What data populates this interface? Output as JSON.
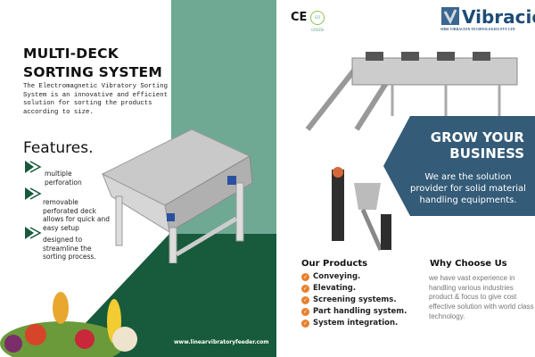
{
  "left": {
    "title": "MULTI-DECK SORTING SYSTEM",
    "intro": "The Electromagnetic Vibratory Sorting System is an innovative and efficient solution for sorting the products according to size.",
    "features_heading": "Features.",
    "features": [
      "multiple perforation",
      "removable perforated deck allows for quick and easy setup",
      "designed to streamline the sorting process."
    ],
    "website": "www.linearvibratoryfeeder.com"
  },
  "header": {
    "ce_mark": "CE",
    "badge": "GO GREEN",
    "brand": "Vibración",
    "company": "SHRI VIBRACION TECHNOLOGIES PVT LTD"
  },
  "banner": {
    "heading": "GROW YOUR BUSINESS",
    "text": "We are the solution provider for solid material handling equipments."
  },
  "products": {
    "heading": "Our Products",
    "items": [
      "Conveying.",
      "Elevating.",
      "Screening systems.",
      "Part handling system.",
      "System integration."
    ]
  },
  "why": {
    "heading": "Why Choose Us",
    "text": "we have vast experience in handling various industries product &  focus to give cost effective solution with world class technology."
  },
  "colors": {
    "light_green": "#6fa994",
    "dark_green": "#175a3c",
    "banner_blue": "#345b77",
    "accent_orange": "#e8802c",
    "brand_blue": "#1f4c77"
  }
}
